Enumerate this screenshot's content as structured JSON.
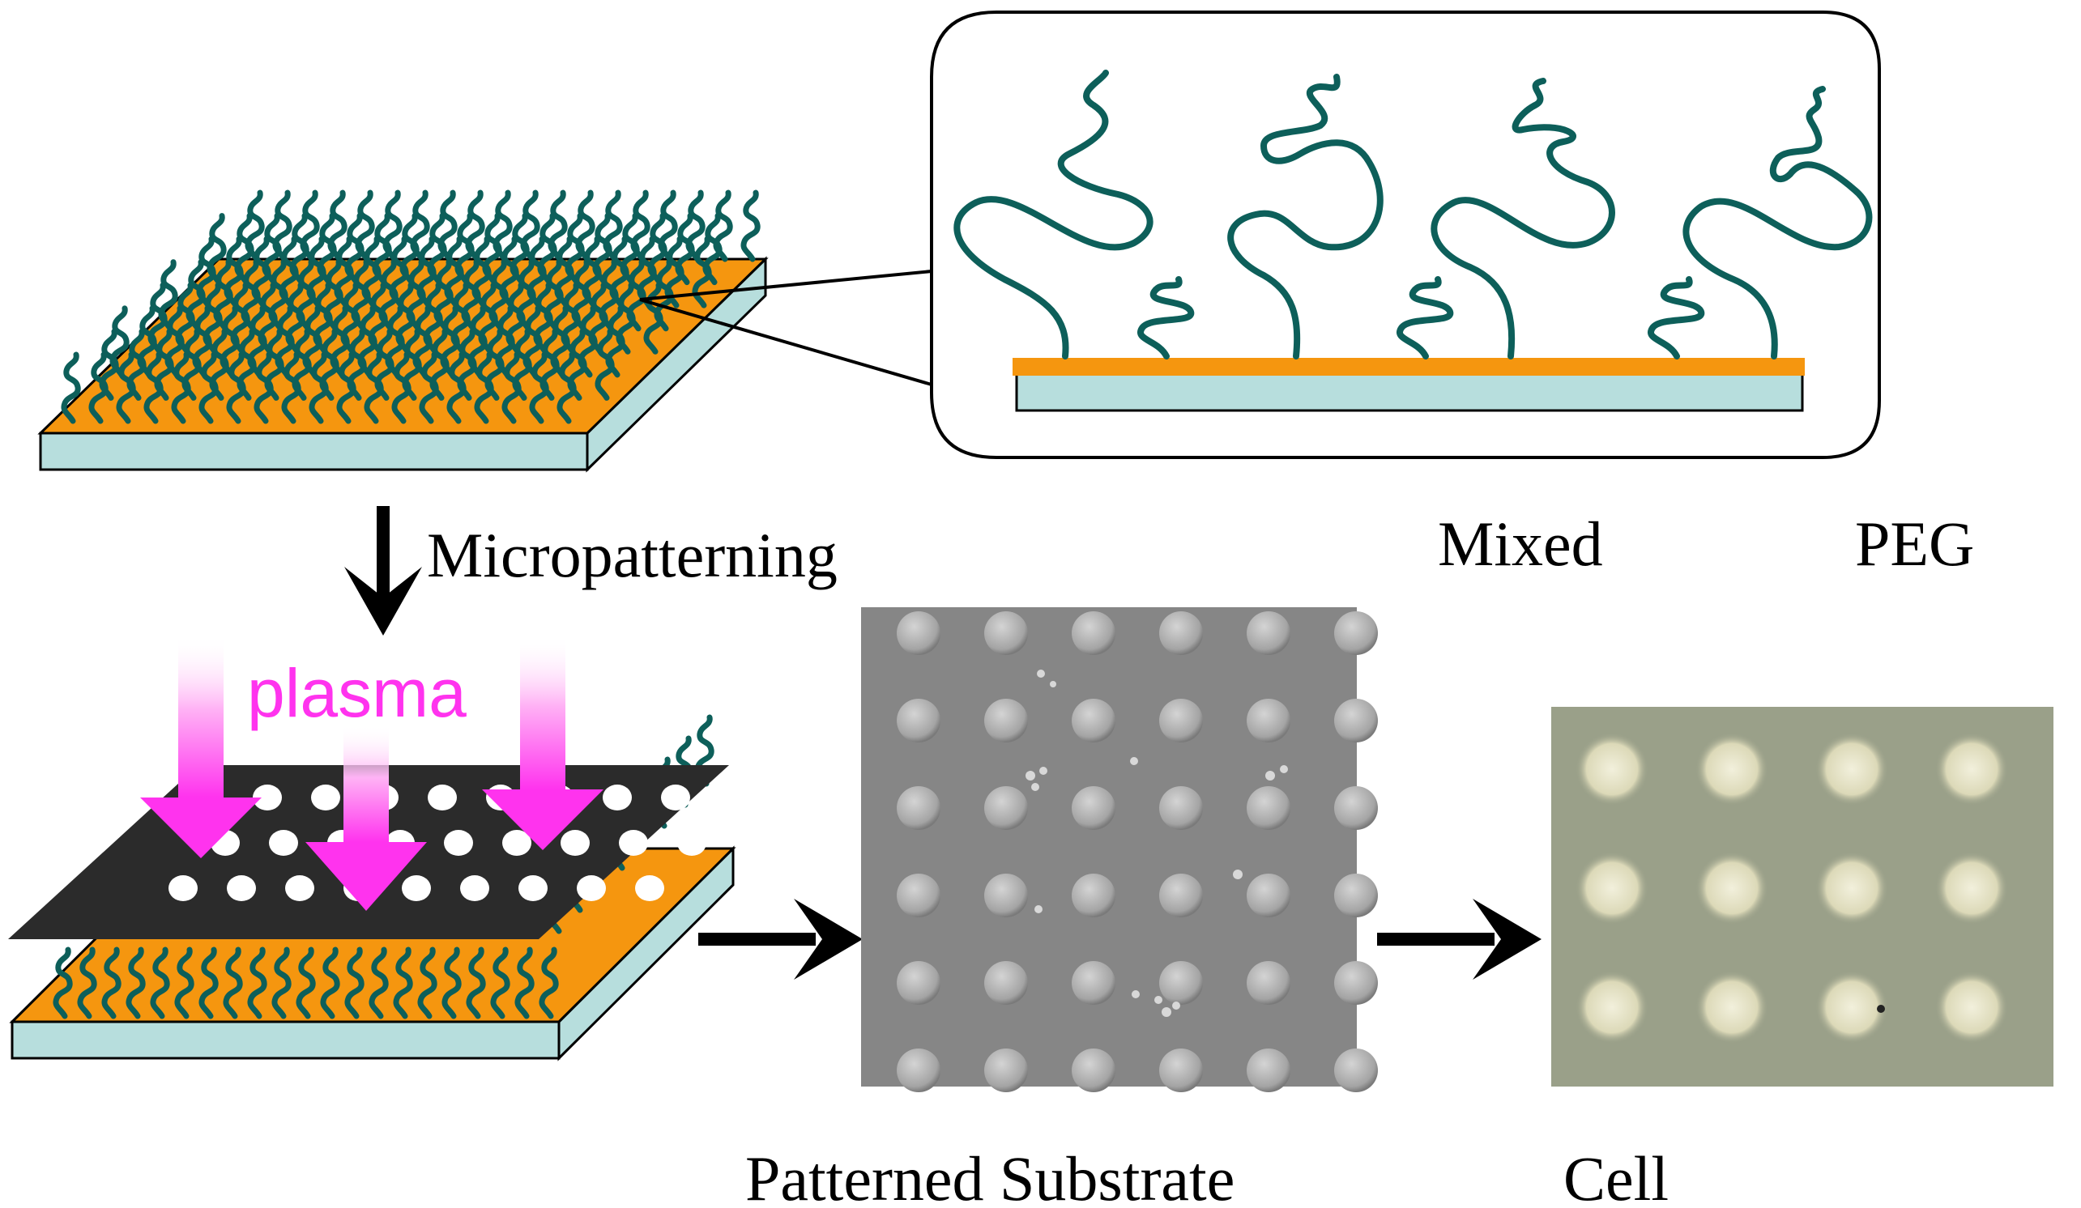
{
  "labels": {
    "micropatterning": "Micropatterning",
    "plasma": "plasma",
    "mixed": "Mixed",
    "peg": "PEG",
    "patterned_substrate": "Patterned Substrate",
    "cell": "Cell"
  },
  "colors": {
    "gold_layer": "#f5960f",
    "substrate": "#b7dedd",
    "polymer": "#0d5f5a",
    "mask": "#2b2b2b",
    "plasma": "#ff33ee",
    "sem_background": "#868686",
    "cell_background": "#9aa089"
  },
  "icons": {
    "process_arrow": "down-arrow-icon",
    "flow_arrow": "right-arrow-icon"
  },
  "mask_holes": {
    "rows": 3,
    "columns": 9
  },
  "patterned_dots": {
    "rows": 6,
    "columns": 6
  },
  "cell_spots": {
    "rows": 3,
    "columns": 4
  }
}
